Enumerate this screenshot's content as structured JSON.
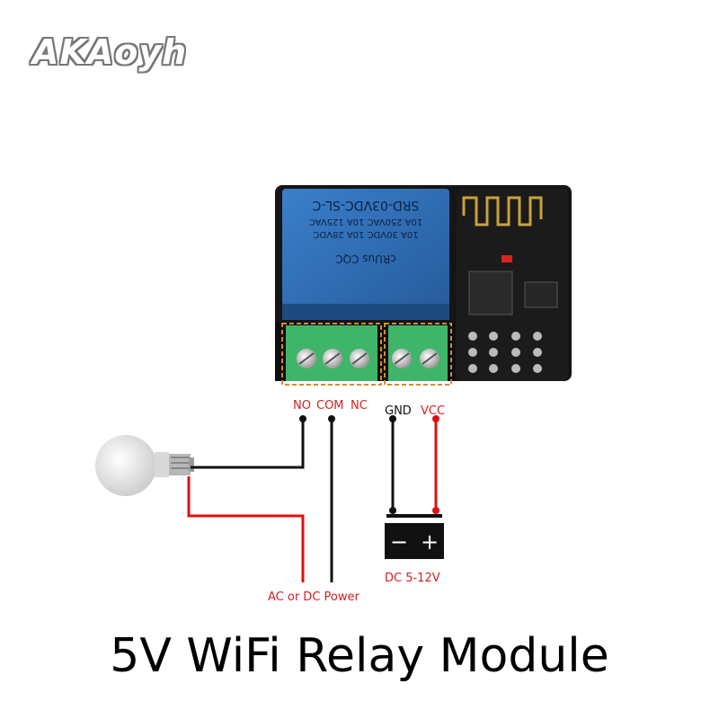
{
  "brand": {
    "logo_text": "AKAoyh"
  },
  "relay": {
    "model": "SRD-03VDC-SL-C",
    "rating_lines": [
      "10A 250VAC  10A 125VAC",
      "10A 30VDC  10A 28VDC"
    ],
    "cert_text": "cRUus  CQC"
  },
  "terminals": {
    "no": "NO",
    "com": "COM",
    "nc": "NC",
    "gnd": "GND",
    "vcc": "VCC"
  },
  "power_supply": {
    "minus": "−",
    "plus": "+",
    "label": "DC 5-12V"
  },
  "load": {
    "label": "AC or DC Power"
  },
  "caption": "5V WiFi Relay Module",
  "colors": {
    "relay_blue": "#2f6fb8",
    "pcb_black": "#151515",
    "terminal_green": "#3fb56a",
    "highlight_orange": "#d98a2a",
    "wire_red": "#e01010",
    "wire_black": "#111111",
    "label_red": "#d42020"
  }
}
